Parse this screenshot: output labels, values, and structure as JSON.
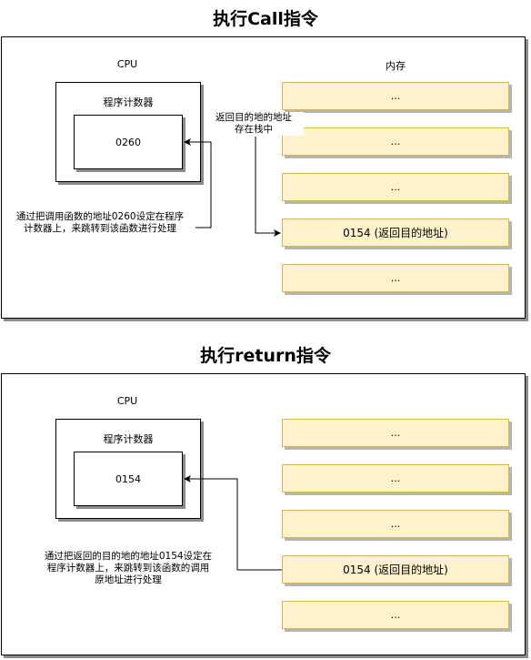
{
  "section1": {
    "title": "执行Call指令",
    "cpu_label": "CPU",
    "memory_label": "内存",
    "pc_title": "程序计数器",
    "pc_value": "0260",
    "mem_cells": [
      "...",
      "...",
      "...",
      "0154 (返回目的地址)",
      "..."
    ],
    "note_return_addr": [
      "返回目的地的地址",
      "存在栈中"
    ],
    "note_call": [
      "通过把调用函数的地址0260设定在程序",
      "计数器上，来跳转到该函数进行处理"
    ]
  },
  "section2": {
    "title": "执行return指令",
    "cpu_label": "CPU",
    "pc_title": "程序计数器",
    "pc_value": "0154",
    "mem_cells": [
      "...",
      "...",
      "...",
      "0154 (返回目的地址)",
      "..."
    ],
    "note_return": [
      "通过把返回的目的地的地址0154设定在",
      "程序计数器上，来跳转到该函数的调用",
      "原地址进行处理"
    ]
  }
}
